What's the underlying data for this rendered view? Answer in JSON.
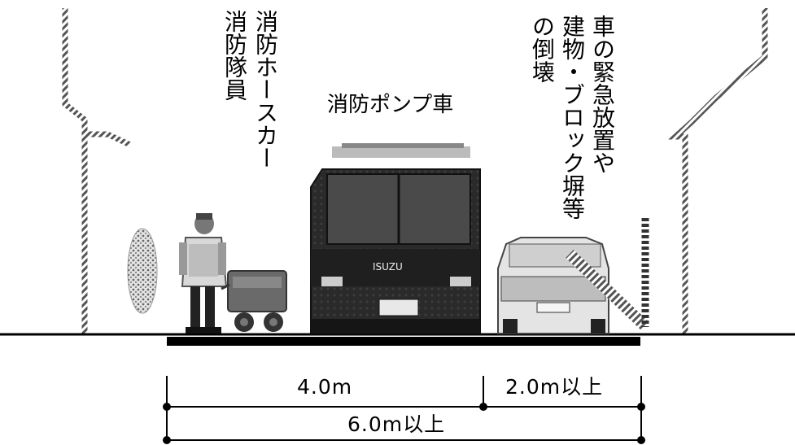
{
  "labels": {
    "firefighter": "消防隊員",
    "hose_car": "消防ホースカー",
    "pump_truck": "消防ポンプ車",
    "collapse_line1": "車の緊急放置や",
    "collapse_line2": "建物・ブロック塀等",
    "collapse_line3": "の倒壊",
    "truck_brand": "ISUZU"
  },
  "dimensions": {
    "left_segment": "4.0m",
    "right_segment": "2.0m以上",
    "total": "6.0m以上"
  }
}
